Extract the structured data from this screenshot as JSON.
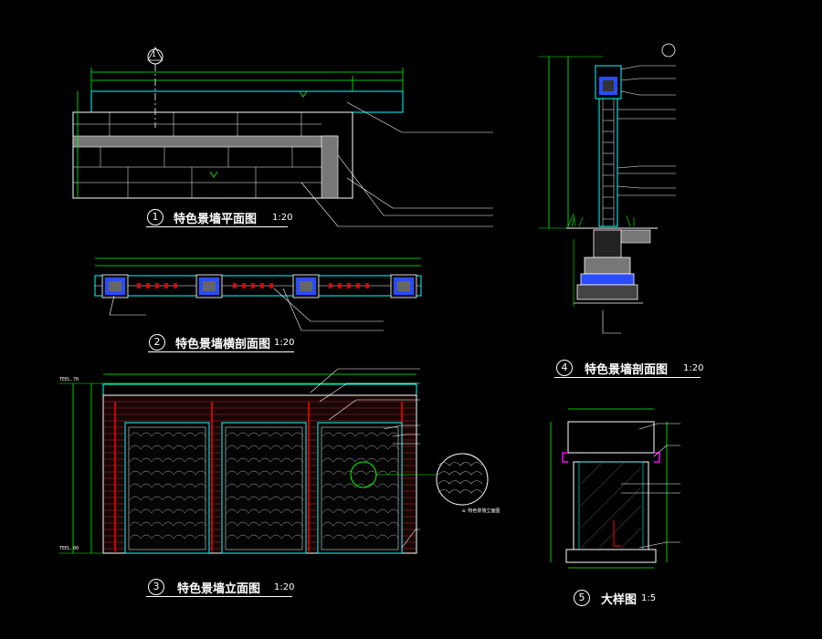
{
  "drawing": {
    "colors": {
      "background": "#000000",
      "cyan": "#00ffff",
      "white": "#ffffff",
      "green": "#00ff00",
      "red": "#ff0000",
      "magenta": "#ff00ff",
      "blue": "#2a4cff"
    },
    "views": [
      {
        "num": "1",
        "title": "特色景墙平面图",
        "scale": "1:20"
      },
      {
        "num": "2",
        "title": "特色景墙横剖面图",
        "scale": "1:20"
      },
      {
        "num": "3",
        "title": "特色景墙立面图",
        "scale": "1:20"
      },
      {
        "num": "4",
        "title": "特色景墙剖面图",
        "scale": "1:20"
      },
      {
        "num": "5",
        "title": "大样图",
        "scale": "1:5"
      }
    ],
    "section_marker": "1",
    "levels": {
      "top": "TEEL.70",
      "ground": "TEEL.00"
    },
    "annotation_3": "a: 特色景墙立面图"
  }
}
